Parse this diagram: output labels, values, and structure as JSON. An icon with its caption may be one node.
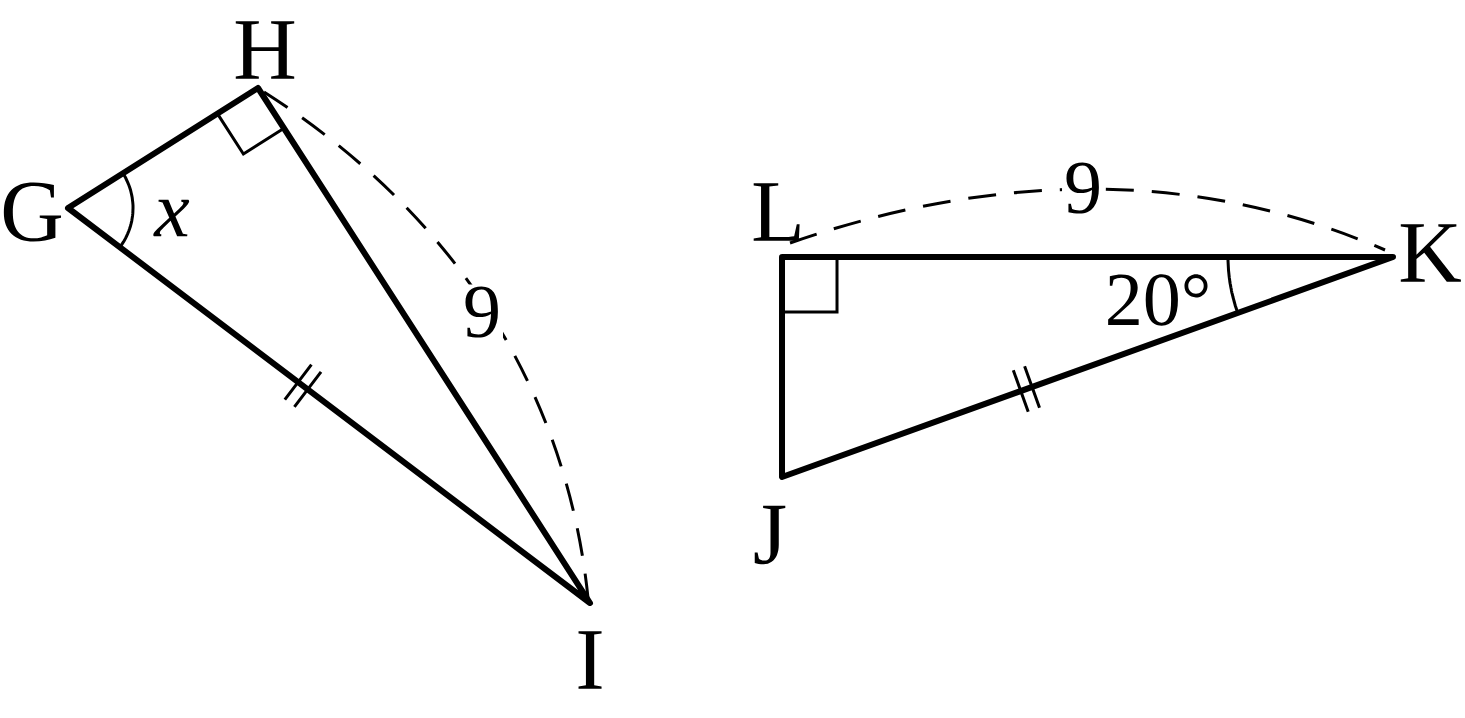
{
  "diagram": {
    "labels": [
      "H",
      "G",
      "x",
      "L",
      "9",
      "K",
      "20°",
      "9",
      "J",
      "I"
    ]
  }
}
